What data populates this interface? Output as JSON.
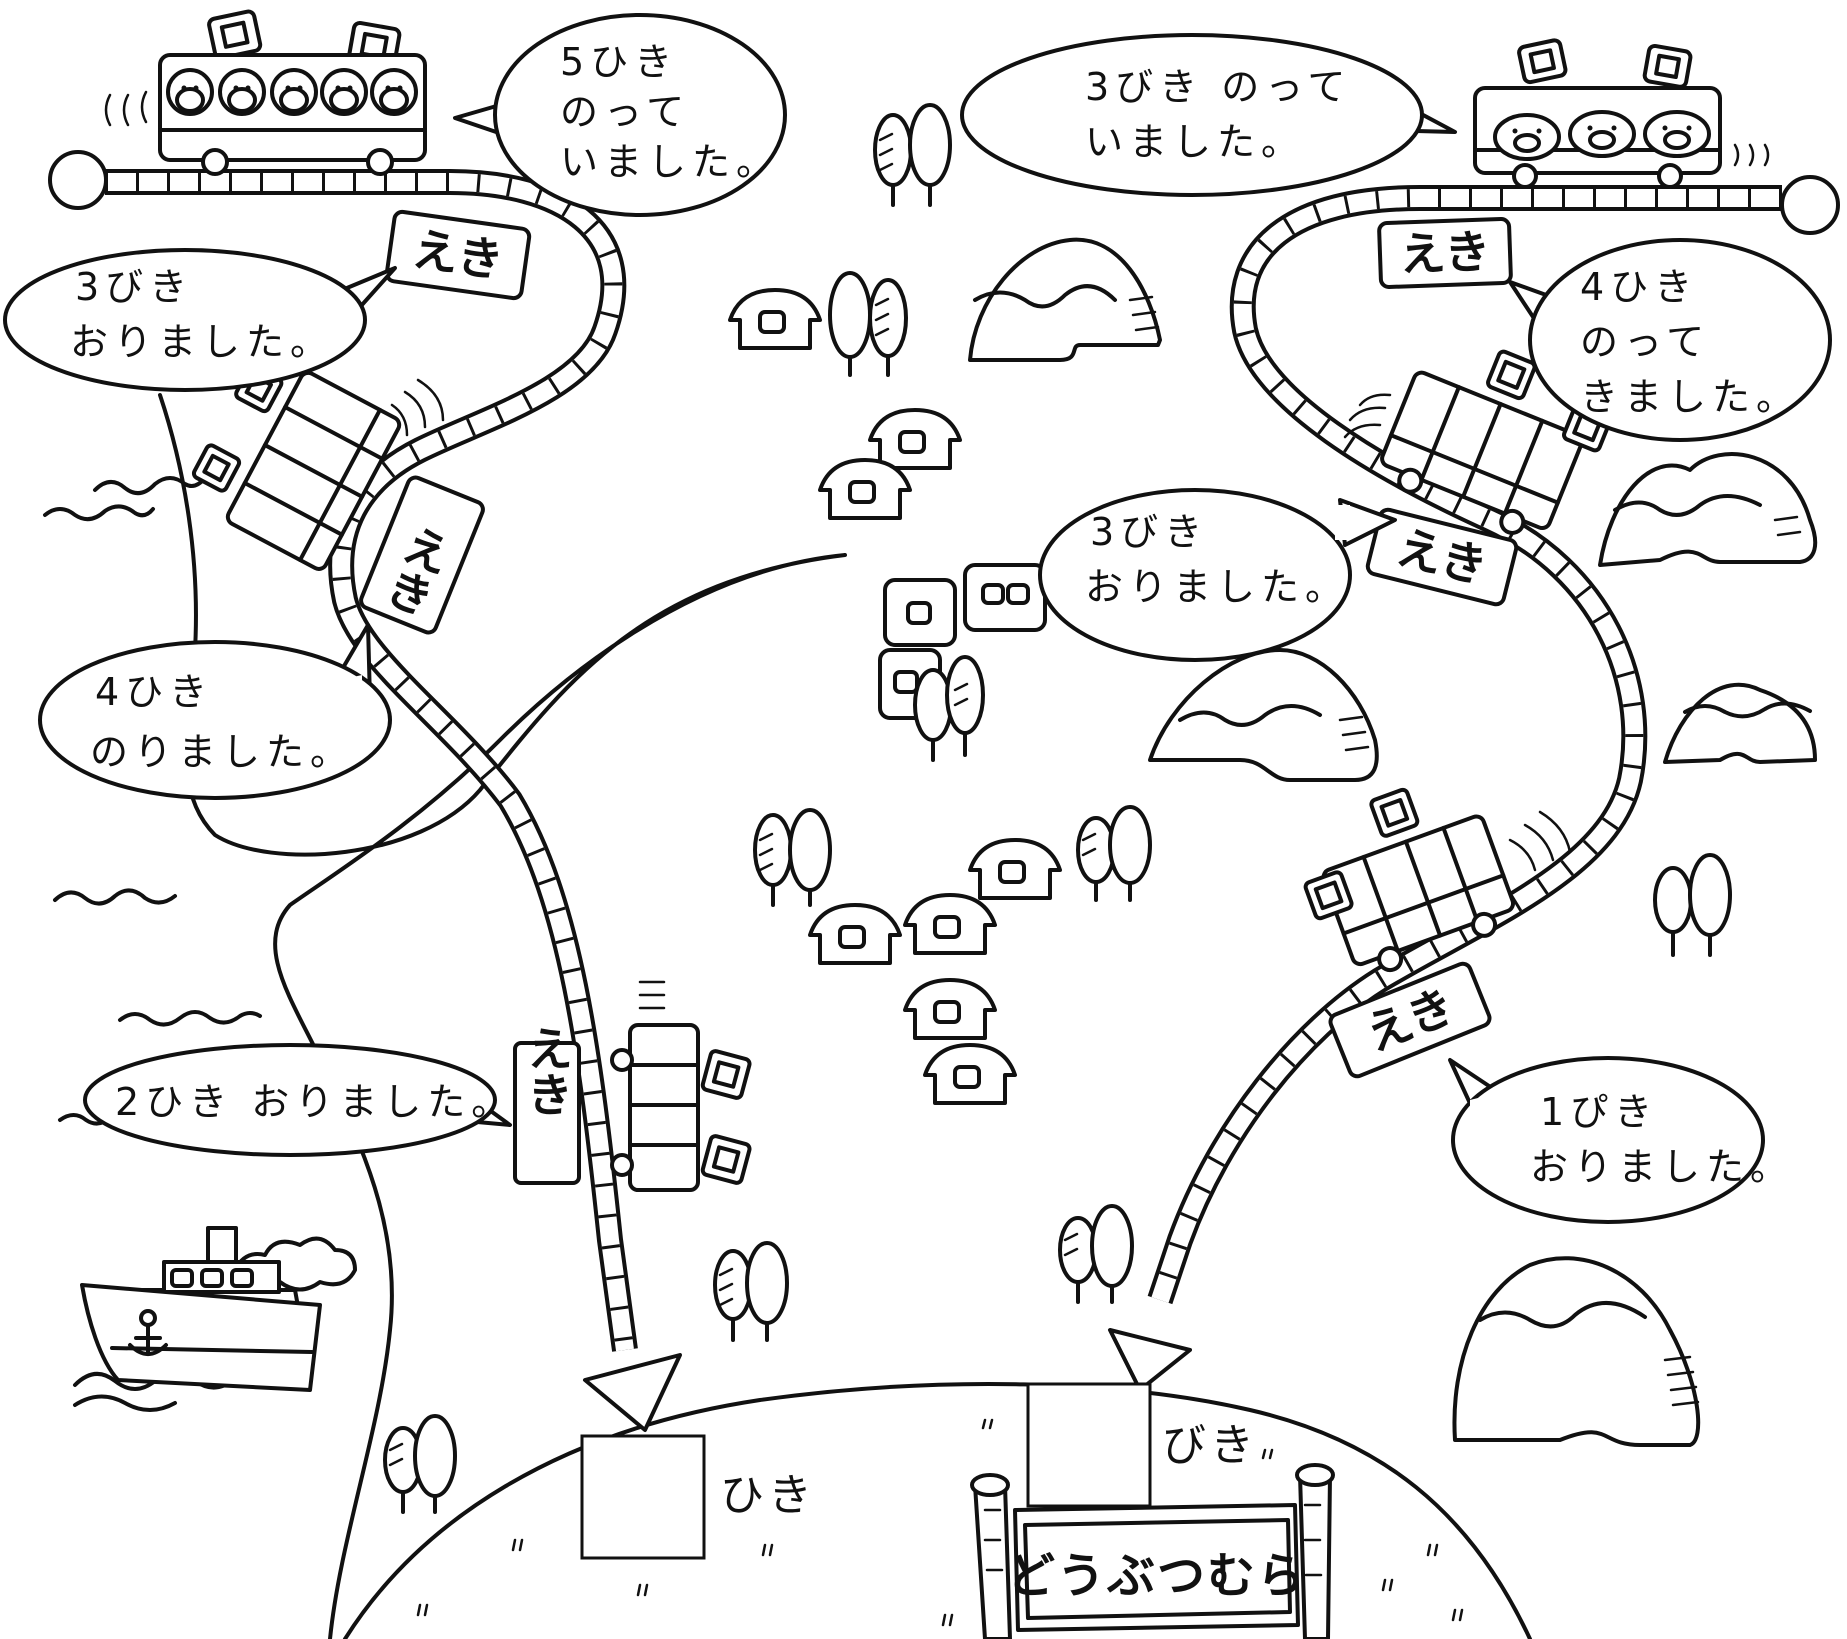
{
  "bubbles": [
    {
      "id": "left-start",
      "lines": [
        "5ひき",
        "のって",
        "いました。"
      ]
    },
    {
      "id": "left-station-1",
      "lines": [
        "3びき",
        "おりました。"
      ]
    },
    {
      "id": "left-station-2",
      "lines": [
        "4ひき",
        "のりました。"
      ]
    },
    {
      "id": "left-station-3",
      "lines": [
        "2ひき おりました。"
      ]
    },
    {
      "id": "right-start",
      "lines": [
        "3びき のって",
        "いました。"
      ]
    },
    {
      "id": "right-station-1",
      "lines": [
        "4ひき",
        "のって",
        "きました。"
      ]
    },
    {
      "id": "right-station-2",
      "lines": [
        "3びき",
        "おりました。"
      ]
    },
    {
      "id": "right-station-3",
      "lines": [
        "1ぴき",
        "おりました。"
      ]
    }
  ],
  "stations": {
    "label": "えき"
  },
  "answers": {
    "left_unit": "ひき",
    "right_unit": "びき",
    "left_value": "",
    "right_value": ""
  },
  "village": {
    "name": "どうぶつむら"
  },
  "icons": {
    "monkeys": "monkey-passenger-icon",
    "pigs": "pig-passenger-icon",
    "ship": "steamship-icon",
    "anchor": "anchor-icon"
  },
  "colors": {
    "ink": "#111111",
    "paper": "#ffffff"
  }
}
